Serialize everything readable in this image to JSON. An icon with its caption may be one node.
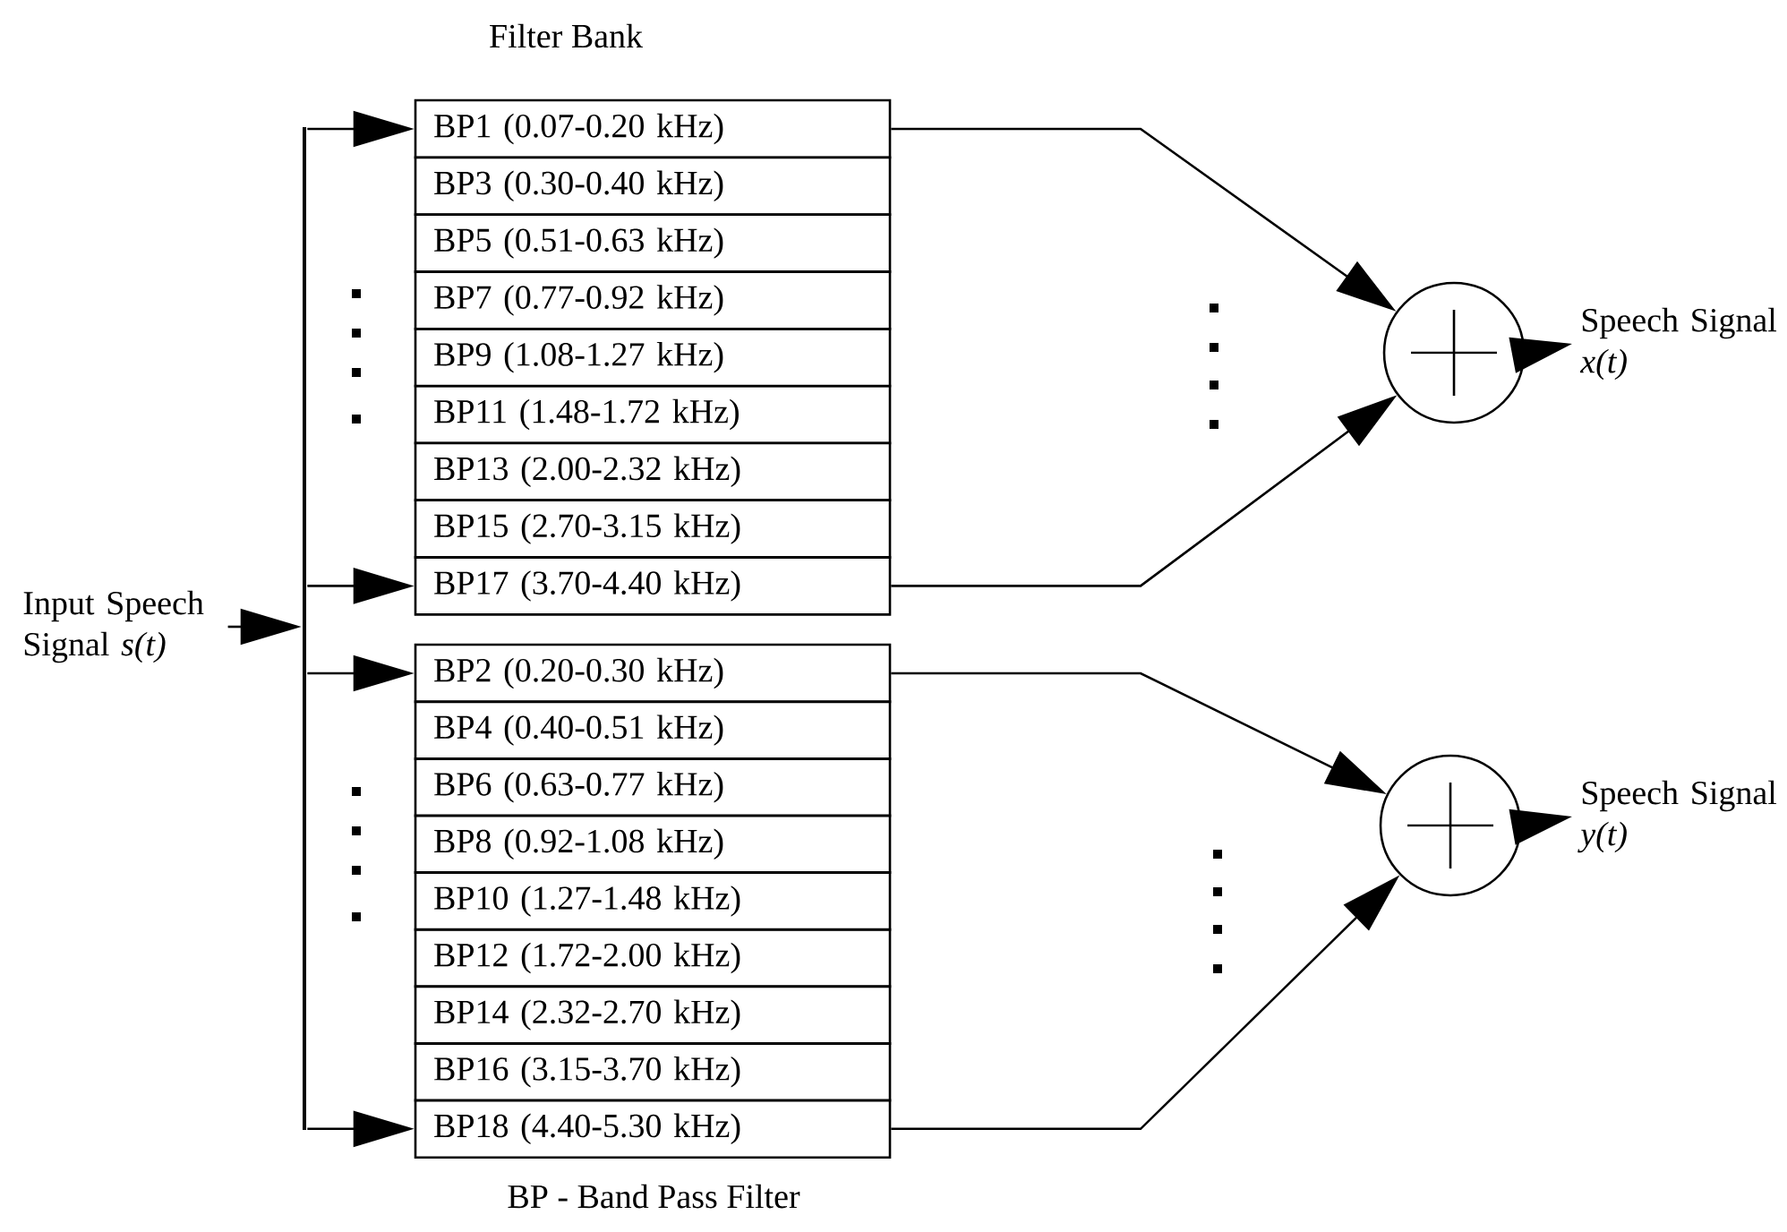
{
  "diagram": {
    "title": "Filter Bank",
    "caption": "BP - Band Pass Filter",
    "nodes": [
      {
        "text": [
          "Input Speech Signal *s(t)*"
        ]
      },
      {
        "text": [],
        "shape": "bar"
      },
      {
        "text": [
          "BP1 (0.07-0.20 kHz)"
        ]
      },
      {
        "text": [
          "BP3 (0.30-0.40 kHz)"
        ]
      },
      {
        "text": [
          "BP5 (0.51-0.63 kHz)"
        ]
      },
      {
        "text": [
          "BP7 (0.77-0.92 kHz)"
        ]
      },
      {
        "text": [
          "BP9 (1.08-1.27 kHz)"
        ]
      },
      {
        "text": [
          "BP11 (1.48-1.72 kHz)"
        ]
      },
      {
        "text": [
          "BP13 (2.00-2.32 kHz)"
        ]
      },
      {
        "text": [
          "BP15 (2.70-3.15 kHz)"
        ]
      },
      {
        "text": [
          "BP17 (3.70-4.40 kHz)"
        ]
      },
      {
        "text": [
          "BP2 (0.20-0.30 kHz)"
        ]
      },
      {
        "text": [
          "BP4 (0.40-0.51 kHz)"
        ]
      },
      {
        "text": [
          "BP6 (0.63-0.77 kHz)"
        ]
      },
      {
        "text": [
          "BP8 (0.92-1.08 kHz)"
        ]
      },
      {
        "text": [
          "BP10 (1.27-1.48 kHz)"
        ]
      },
      {
        "text": [
          "BP12 (1.72-2.00 kHz)"
        ]
      },
      {
        "text": [
          "BP14 (2.32-2.70 kHz)"
        ]
      },
      {
        "text": [
          "BP16 (3.15-3.70 kHz)"
        ]
      },
      {
        "text": [
          "BP18 (4.40-5.30 kHz)"
        ]
      },
      {
        "text": [],
        "shape": "circle"
      },
      {
        "text": [],
        "shape": "circle"
      },
      {
        "text": [
          "Speech Signal *x(t)*"
        ]
      },
      {
        "text": [
          "Speech Signal *y(t)*"
        ]
      }
    ],
    "edges": [
      {
        "from": 0,
        "to": 1,
        "arrow": "to"
      },
      {
        "from": 1,
        "to": 2,
        "arrow": "to"
      },
      {
        "from": 1,
        "to": 10,
        "arrow": "to"
      },
      {
        "from": 1,
        "to": 11,
        "arrow": "to"
      },
      {
        "from": 1,
        "to": 19,
        "arrow": "to"
      },
      {
        "from": 2,
        "to": 20,
        "arrow": "to"
      },
      {
        "from": 10,
        "to": 20,
        "arrow": "to"
      },
      {
        "from": 11,
        "to": 21,
        "arrow": "to"
      },
      {
        "from": 19,
        "to": 21,
        "arrow": "to"
      },
      {
        "from": 20,
        "to": 22,
        "arrow": "to"
      },
      {
        "from": 21,
        "to": 23,
        "arrow": "to"
      }
    ]
  }
}
